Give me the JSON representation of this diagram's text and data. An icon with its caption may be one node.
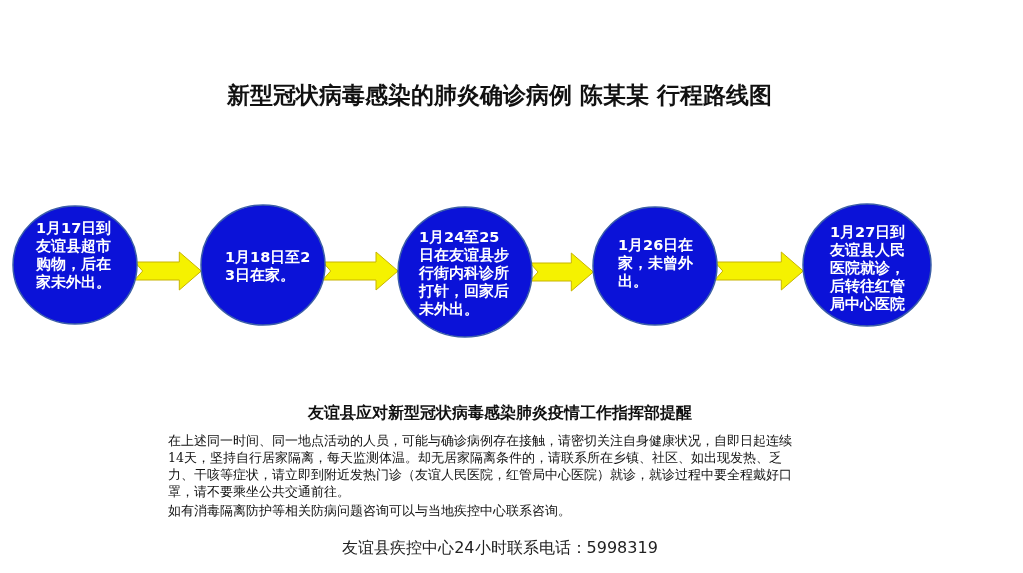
{
  "diagram": {
    "title": "新型冠状病毒感染的肺炎确诊病例 陈某某 行程路线图",
    "nodes": [
      {
        "text": [
          "1月17日到友谊县超市购物，后在家未外出。"
        ]
      },
      {
        "text": [
          "1月18日至23日在家。"
        ]
      },
      {
        "text": [
          "1月24至25日在友谊县步行街内科诊所打针，回家后未外出。"
        ]
      },
      {
        "text": [
          "1月26日在家，未曾外出。"
        ]
      },
      {
        "text": [
          "1月27日到友谊县人民医院就诊，后转往红管局中心医院"
        ]
      }
    ],
    "edges": [
      {
        "from": 0,
        "to": 1,
        "arrow": "to"
      },
      {
        "from": 1,
        "to": 2,
        "arrow": "to"
      },
      {
        "from": 2,
        "to": 3,
        "arrow": "to"
      },
      {
        "from": 3,
        "to": 4,
        "arrow": "to"
      }
    ],
    "labels": [
      "友谊县应对新型冠状病毒感染肺炎疫情工作指挥部提醒",
      "在上述同一时间、同一地点活动的人员，可能与确诊病例存在接触，请密切关注自身健康状况，自即日起连续14天，坚持自行居家隔离，每天监测体温。却无居家隔离条件的，请联系所在乡镇、社区、如出现发热、乏力、干咳等症状，请立即到附近发热门诊（友谊人民医院，红管局中心医院）就诊，就诊过程中要全程戴好口罩，请不要乘坐公共交通前往。",
      "如有消毒隔离防护等相关防病问题咨询可以与当地疾控中心联系咨询。",
      "友谊县疾控中心24小时联系电话：5998319"
    ]
  }
}
